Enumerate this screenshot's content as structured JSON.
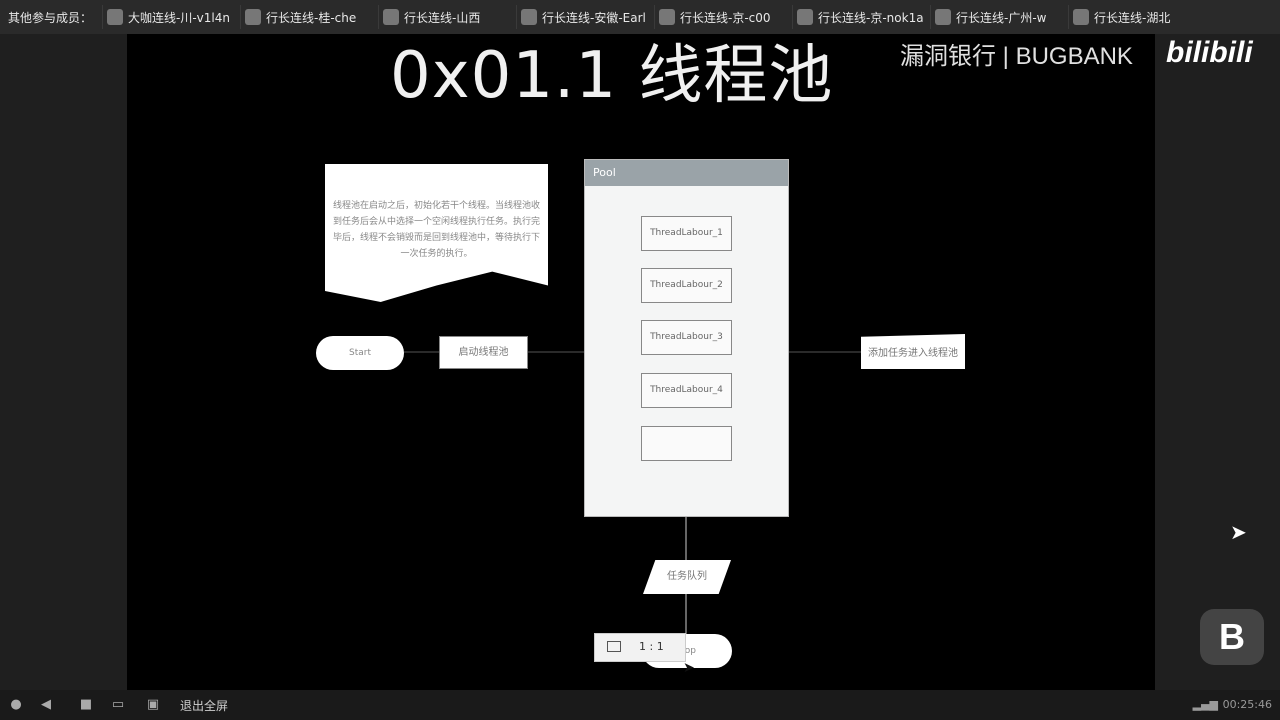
{
  "topbar": {
    "label": "其他参与成员：",
    "tabs": [
      {
        "label": "大咖连线-川-v1l4n"
      },
      {
        "label": "行长连线-桂-che"
      },
      {
        "label": "行长连线-山西"
      },
      {
        "label": "行长连线-安徽-Earl"
      },
      {
        "label": "行长连线-京-c00"
      },
      {
        "label": "行长连线-京-nok1a"
      },
      {
        "label": "行长连线-广州-w"
      },
      {
        "label": "行长连线-湖北"
      }
    ]
  },
  "slide": {
    "title": "0x01.1 线程池",
    "brand": "漏洞银行 | BUGBANK",
    "bilibili": "bilibili"
  },
  "diagram": {
    "note_text": "线程池在启动之后，初始化若干个线程。当线程池收到任务后会从中选择一个空闲线程执行任务。执行完毕后，线程不会销毁而是回到线程池中，等待执行下一次任务的执行。",
    "pool_label": "Pool",
    "workers": [
      "ThreadLabour_1",
      "ThreadLabour_2",
      "ThreadLabour_3",
      "ThreadLabour_4",
      ""
    ],
    "start_label": "Start",
    "launch_label": "启动线程池",
    "add_task_label": "添加任务进入线程池",
    "queue_label": "任务队列",
    "end_label": "op"
  },
  "zoom": {
    "ratio": "1 : 1"
  },
  "bottombar": {
    "exit_label": "退出全屏",
    "time": "00:25:46"
  },
  "logo": "B"
}
